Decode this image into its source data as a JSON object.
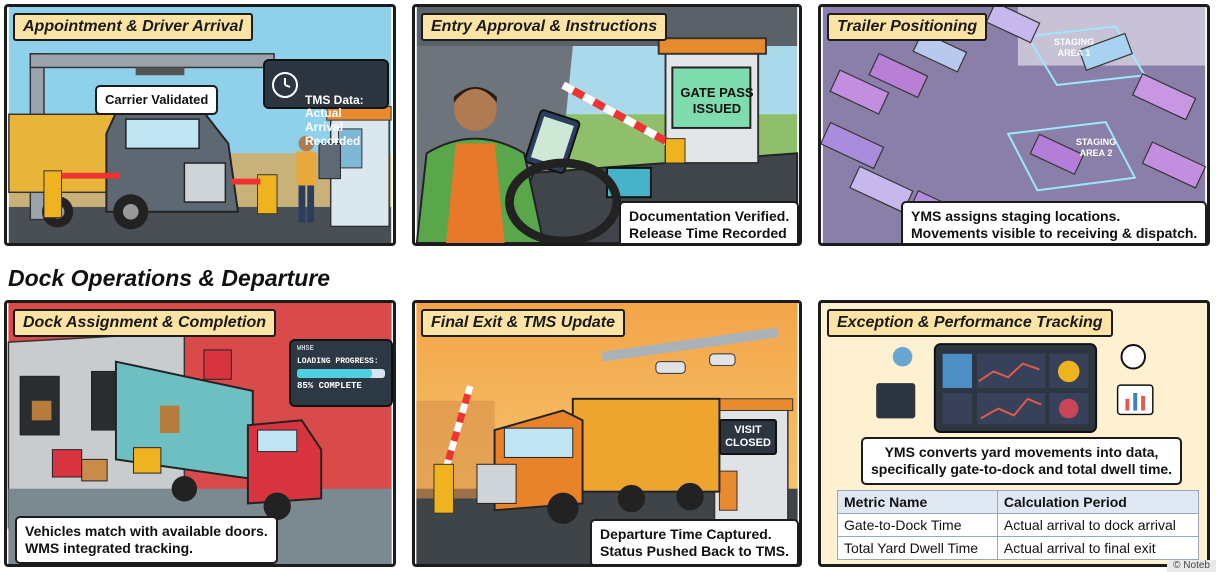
{
  "panels": {
    "p1": {
      "title": "Appointment & Driver Arrival",
      "carrier": "Carrier Validated",
      "tms": "TMS Data:\nActual Arrival\nRecorded"
    },
    "p2": {
      "title": "Entry Approval & Instructions",
      "gate_pass": "GATE PASS\nISSUED",
      "caption_1": "Documentation Verified.",
      "caption_2": "Release Time Recorded"
    },
    "p3": {
      "title": "Trailer Positioning",
      "area1": "STAGING\nAREA 1",
      "area2": "STAGING\nAREA 2",
      "caption_1": "YMS assigns staging locations.",
      "caption_2": "Movements visible to receiving & dispatch."
    },
    "p4": {
      "title": "Dock Assignment & Completion",
      "loading_label": "LOADING PROGRESS:",
      "loading_pct": "85% COMPLETE",
      "loading_value": 0.85,
      "caption_1": "Vehicles match with available doors.",
      "caption_2": "WMS integrated tracking."
    },
    "p5": {
      "title": "Final Exit & TMS Update",
      "visit": "VISIT\nCLOSED",
      "caption_1": "Departure Time Captured.",
      "caption_2": "Status Pushed Back to TMS."
    },
    "p6": {
      "title": "Exception & Performance Tracking",
      "caption_1": "YMS converts yard movements into data,",
      "caption_2": "specifically gate-to-dock and total dwell time.",
      "table": {
        "headers": [
          "Metric Name",
          "Calculation Period"
        ],
        "rows": [
          [
            "Gate-to-Dock Time",
            "Actual arrival to dock arrival"
          ],
          [
            "Total Yard Dwell Time",
            "Actual arrival to final exit"
          ]
        ]
      }
    }
  },
  "section_title": "Dock Operations & Departure",
  "badge": "© Noteb",
  "colors": {
    "title_bg": "#fbe3a6",
    "border": "#1c1c1c",
    "truck_red": "#d8343f",
    "truck_orange": "#e8832a"
  }
}
